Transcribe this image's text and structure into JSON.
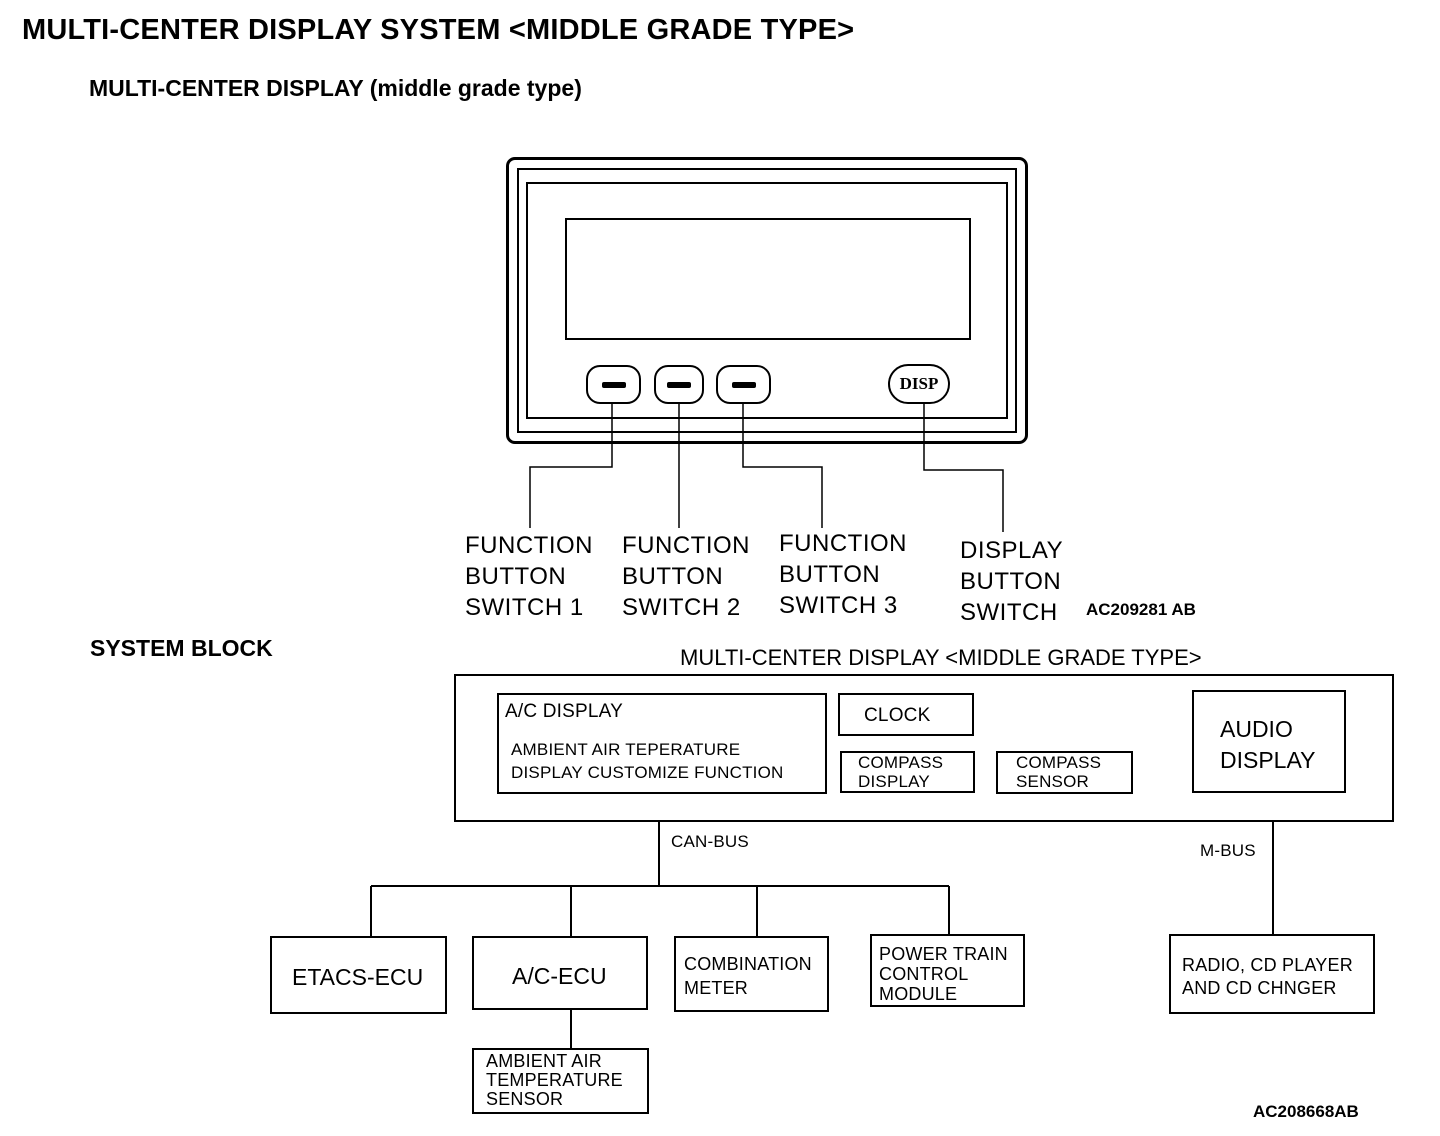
{
  "header": {
    "title": "MULTI-CENTER DISPLAY SYSTEM <MIDDLE GRADE TYPE>",
    "subtitle": "MULTI-CENTER DISPLAY (middle grade type)"
  },
  "device": {
    "disp_button": "DISP",
    "labels": {
      "fbs1": [
        "FUNCTION",
        "BUTTON",
        "SWITCH 1"
      ],
      "fbs2": [
        "FUNCTION",
        "BUTTON",
        "SWITCH  2"
      ],
      "fbs3": [
        "FUNCTION",
        "BUTTON",
        "SWITCH  3"
      ],
      "disp": [
        "DISPLAY",
        "BUTTON",
        "SWITCH"
      ]
    },
    "figure_code": "AC209281 AB"
  },
  "system_block": {
    "heading": "SYSTEM BLOCK",
    "container_label": "MULTI-CENTER DISPLAY <MIDDLE GRADE TYPE>",
    "ac_display": {
      "title": "A/C DISPLAY",
      "line1": "AMBIENT  AIR TEPERATURE",
      "line2": "DISPLAY CUSTOMIZE FUNCTION"
    },
    "clock": "CLOCK",
    "compass_display": [
      "COMPASS",
      "DISPLAY"
    ],
    "compass_sensor": [
      "COMPASS",
      "SENSOR"
    ],
    "audio_display": [
      "AUDIO",
      "DISPLAY"
    ],
    "can_bus": "CAN-BUS",
    "m_bus": "M-BUS",
    "etacs_ecu": "ETACS-ECU",
    "ac_ecu": "A/C-ECU",
    "combination_meter": [
      "COMBINATION",
      "METER"
    ],
    "powertrain": [
      "POWER TRAIN",
      "CONTROL",
      "MODULE"
    ],
    "radio": [
      "RADIO, CD PLAYER",
      "AND CD CHNGER"
    ],
    "ambient_sensor": [
      "AMBIENT AIR",
      "TEMPERATURE",
      "SENSOR"
    ],
    "figure_code": "AC208668AB"
  }
}
